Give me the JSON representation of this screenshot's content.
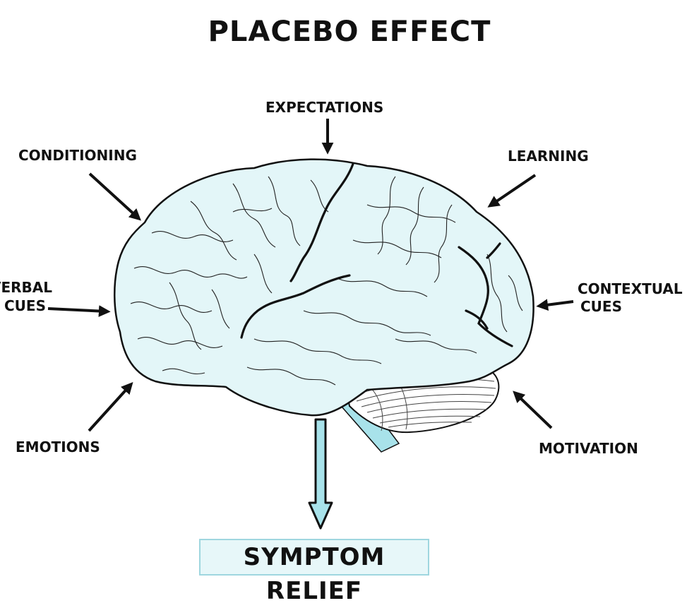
{
  "title": "PLACEBO EFFECT",
  "factors": {
    "expectations": "EXPECTATIONS",
    "conditioning": "CONDITIONING",
    "learning": "LEARNING",
    "verbal_cues_line1": "VERBAL",
    "verbal_cues_line2": "CUES",
    "contextual_cues_line1": "CONTEXTUAL",
    "contextual_cues_line2": "CUES",
    "emotions": "EMOTIONS",
    "motivation": "MOTIVATION"
  },
  "outcome": "SYMPTOM RELIEF",
  "colors": {
    "brain_fill": "#e3f6f8",
    "accent": "#a8e2ea",
    "outline": "#111111"
  },
  "icons": [
    "brain-illustration",
    "arrow-icon"
  ]
}
